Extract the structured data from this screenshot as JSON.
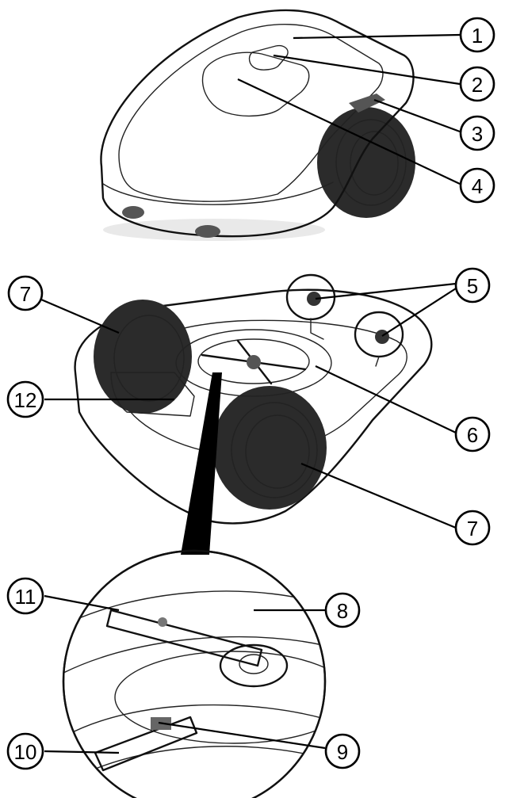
{
  "colors": {
    "ink": "#111111",
    "background": "#ffffff",
    "shade_light": "#e6e6e6",
    "shade_mid": "#bdbdbd",
    "shade_dark": "#7a7a7a"
  },
  "callouts": [
    {
      "id": "c1",
      "label": "1"
    },
    {
      "id": "c2",
      "label": "2"
    },
    {
      "id": "c3",
      "label": "3"
    },
    {
      "id": "c4",
      "label": "4"
    },
    {
      "id": "c5",
      "label": "5"
    },
    {
      "id": "c6",
      "label": "6"
    },
    {
      "id": "c7a",
      "label": "7"
    },
    {
      "id": "c7b",
      "label": "7"
    },
    {
      "id": "c8",
      "label": "8"
    },
    {
      "id": "c9",
      "label": "9"
    },
    {
      "id": "c10",
      "label": "10"
    },
    {
      "id": "c11",
      "label": "11"
    },
    {
      "id": "c12",
      "label": "12"
    }
  ]
}
